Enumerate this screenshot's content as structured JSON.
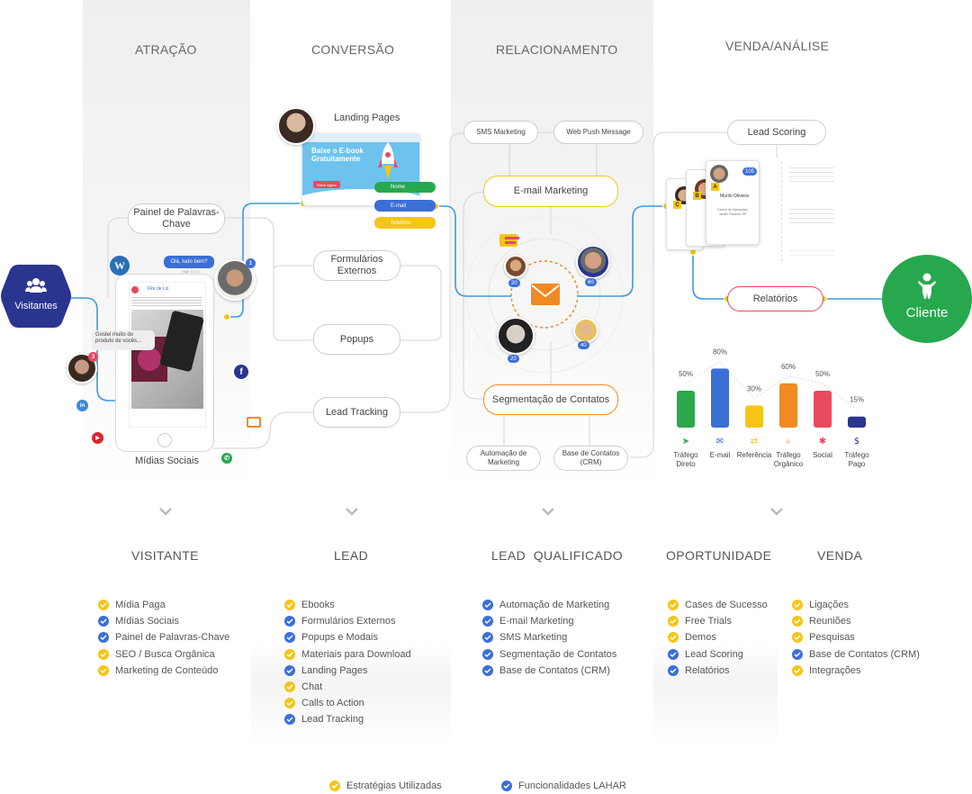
{
  "columns": [
    "ATRAÇÃO",
    "CONVERSÃO",
    "RELACIONAMENTO",
    "VENDA/ANÁLISE"
  ],
  "nodes": {
    "visitantes": "Visitantes",
    "cliente": "Cliente",
    "painel": "Painel de Palavras-Chave",
    "landing": "Landing Pages",
    "formularios": "Formulários Externos",
    "popups": "Popups",
    "lead_tracking": "Lead Tracking",
    "midias": "Mídias Sociais",
    "sms": "SMS Marketing",
    "web_push": "Web Push Message",
    "email_marketing": "E-mail Marketing",
    "segmentacao": "Segmentação de Contatos",
    "automacao": "Automação de Marketing",
    "base_contatos": "Base de Contatos (CRM)",
    "lead_scoring": "Lead Scoring",
    "relatorios": "Relatórios"
  },
  "mockups": {
    "chat_bubble": "Olá, tudo bem?",
    "chat_time": "Hoje 10:17",
    "comment": "Gostei muito do produto de vocês...",
    "post_author": "Flor de Liz",
    "lp_title": "Baixe o E-book Gratuitamente",
    "lp_button": "Baixe Agora",
    "form_name": "Nome",
    "form_email": "E-mail",
    "form_phone": "Telefone",
    "card_name": "Murilo Oliveira",
    "card_sub": "Diretor de Operações",
    "card_city": "Jardim Paulista, SP",
    "card_badge": "105",
    "avatar_badges": [
      "20",
      "60",
      "20",
      "40"
    ],
    "notif_count": "1",
    "comment_count": "3"
  },
  "chart_data": {
    "type": "bar",
    "categories": [
      "Tráfego Direto",
      "E-mail",
      "Referência",
      "Tráfego Orgânico",
      "Social",
      "Tráfego Pago"
    ],
    "values": [
      50,
      80,
      30,
      60,
      50,
      15
    ],
    "value_labels": [
      "50%",
      "80%",
      "30%",
      "60%",
      "50%",
      "15%"
    ],
    "colors": [
      "#2ca84a",
      "#3b6fd8",
      "#f5c518",
      "#f08a24",
      "#e84a5f",
      "#2a3590"
    ],
    "ylim": [
      0,
      100
    ]
  },
  "stages": [
    "VISITANTE",
    "LEAD",
    "LEAD  QUALIFICADO",
    "OPORTUNIDADE",
    "VENDA"
  ],
  "lists": [
    [
      {
        "t": "Mídia Paga",
        "c": "y"
      },
      {
        "t": "Mídias Sociais",
        "c": "b"
      },
      {
        "t": "Painel de Palavras-Chave",
        "c": "b"
      },
      {
        "t": "SEO / Busca Orgânica",
        "c": "y"
      },
      {
        "t": "Marketing de Conteúdo",
        "c": "y"
      }
    ],
    [
      {
        "t": "Ebooks",
        "c": "y"
      },
      {
        "t": "Formulários Externos",
        "c": "b"
      },
      {
        "t": "Popups e Modais",
        "c": "b"
      },
      {
        "t": "Materiais para Download",
        "c": "y"
      },
      {
        "t": "Landing Pages",
        "c": "b"
      },
      {
        "t": "Chat",
        "c": "y"
      },
      {
        "t": "Calls to Action",
        "c": "y"
      },
      {
        "t": "Lead Tracking",
        "c": "b"
      }
    ],
    [
      {
        "t": "Automação de Marketing",
        "c": "b"
      },
      {
        "t": "E-mail Marketing",
        "c": "b"
      },
      {
        "t": "SMS Marketing",
        "c": "b"
      },
      {
        "t": "Segmentação de Contatos",
        "c": "b"
      },
      {
        "t": "Base de Contatos (CRM)",
        "c": "b"
      }
    ],
    [
      {
        "t": "Cases de Sucesso",
        "c": "y"
      },
      {
        "t": "Free Trials",
        "c": "y"
      },
      {
        "t": "Demos",
        "c": "y"
      },
      {
        "t": "Lead Scoring",
        "c": "b"
      },
      {
        "t": "Relatórios",
        "c": "b"
      }
    ],
    [
      {
        "t": "Ligações",
        "c": "y"
      },
      {
        "t": "Reuniões",
        "c": "y"
      },
      {
        "t": "Pesquisas",
        "c": "y"
      },
      {
        "t": "Base de Contatos (CRM)",
        "c": "b"
      },
      {
        "t": "Integrações",
        "c": "y"
      }
    ]
  ],
  "legend": {
    "strategies": "Estratégias Utilizadas",
    "features": "Funcionalidades LAHAR"
  },
  "colors": {
    "yellow": "#f5c518",
    "blue": "#3b6fd8",
    "navy": "#2a3590",
    "green": "#2ca84a",
    "orange": "#f08a24",
    "red": "#e84a5f"
  }
}
